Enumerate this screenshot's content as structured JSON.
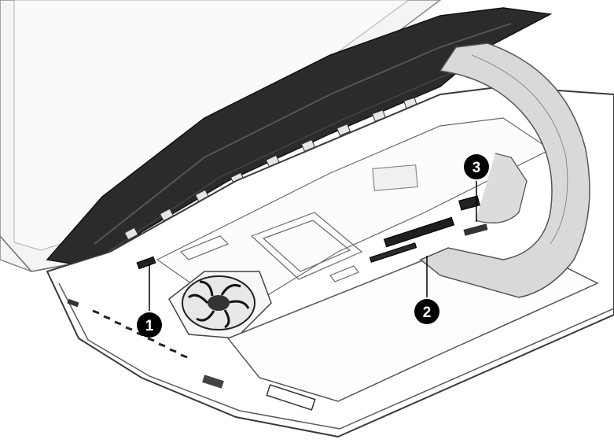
{
  "figure": {
    "callouts": [
      {
        "label": "1"
      },
      {
        "label": "2"
      },
      {
        "label": "3"
      }
    ]
  }
}
